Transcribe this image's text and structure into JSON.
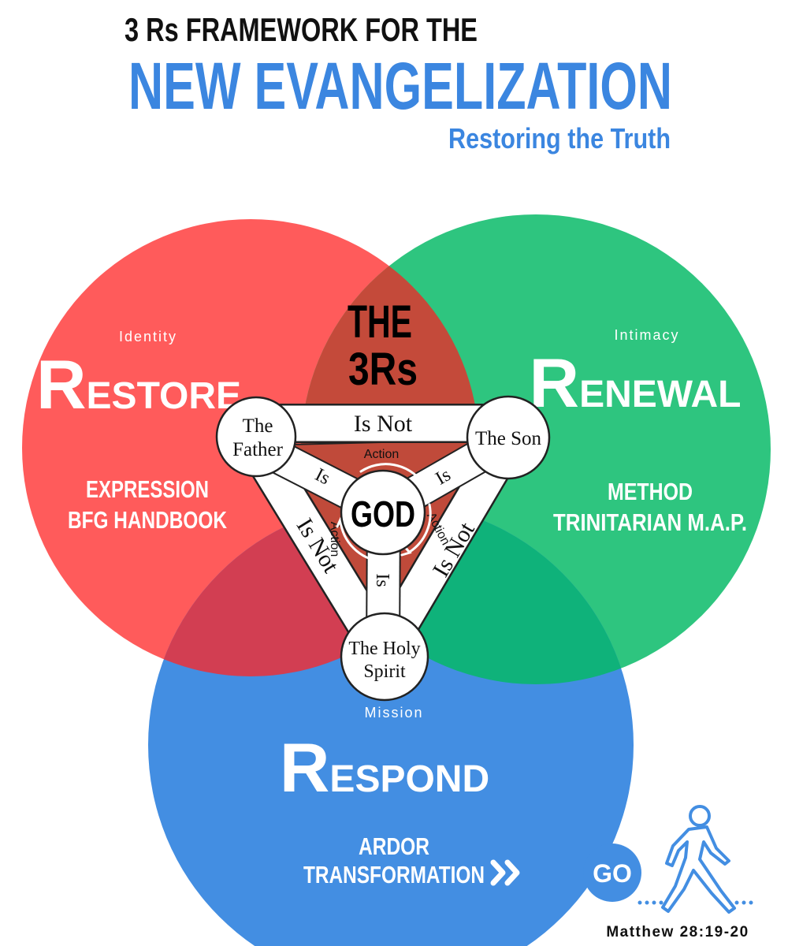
{
  "header": {
    "line1": "3 Rs FRAMEWORK FOR THE",
    "line2": "NEW EVANGELIZATION",
    "subtitle": "Restoring the Truth"
  },
  "center": {
    "line1": "THE",
    "line2": "3Rs"
  },
  "circles": {
    "restore": {
      "kicker": "Identity",
      "initial": "R",
      "rest": "ESTORE",
      "line1": "EXPRESSION",
      "line2": "BFG HANDBOOK",
      "color": "#ff5b5b"
    },
    "renewal": {
      "kicker": "Intimacy",
      "initial": "R",
      "rest": "ENEWAL",
      "line1": "METHOD",
      "line2": "TRINITARIAN M.A.P.",
      "color": "#2ec57f"
    },
    "respond": {
      "kicker": "Mission",
      "initial": "R",
      "rest": "ESPOND",
      "line1": "ARDOR",
      "line2": "TRANSFORMATION",
      "color": "#438ee2"
    }
  },
  "trinity": {
    "father_line1": "The",
    "father_line2": "Father",
    "son": "The Son",
    "spirit_line1": "The Holy",
    "spirit_line2": "Spirit",
    "god": "GOD",
    "is_not": "Is Not",
    "is": "Is",
    "action": "Action"
  },
  "footer": {
    "go": "GO",
    "verse": "Matthew 28:19-20"
  },
  "colors": {
    "title_black": "#111111",
    "title_blue": "#3b86e0",
    "overlap_dark_red": "#c44a3a"
  },
  "icons": {
    "walking": "walking-person-icon",
    "chevrons": "double-chevron-right-icon",
    "cycle": "cycle-arrows-icon"
  }
}
